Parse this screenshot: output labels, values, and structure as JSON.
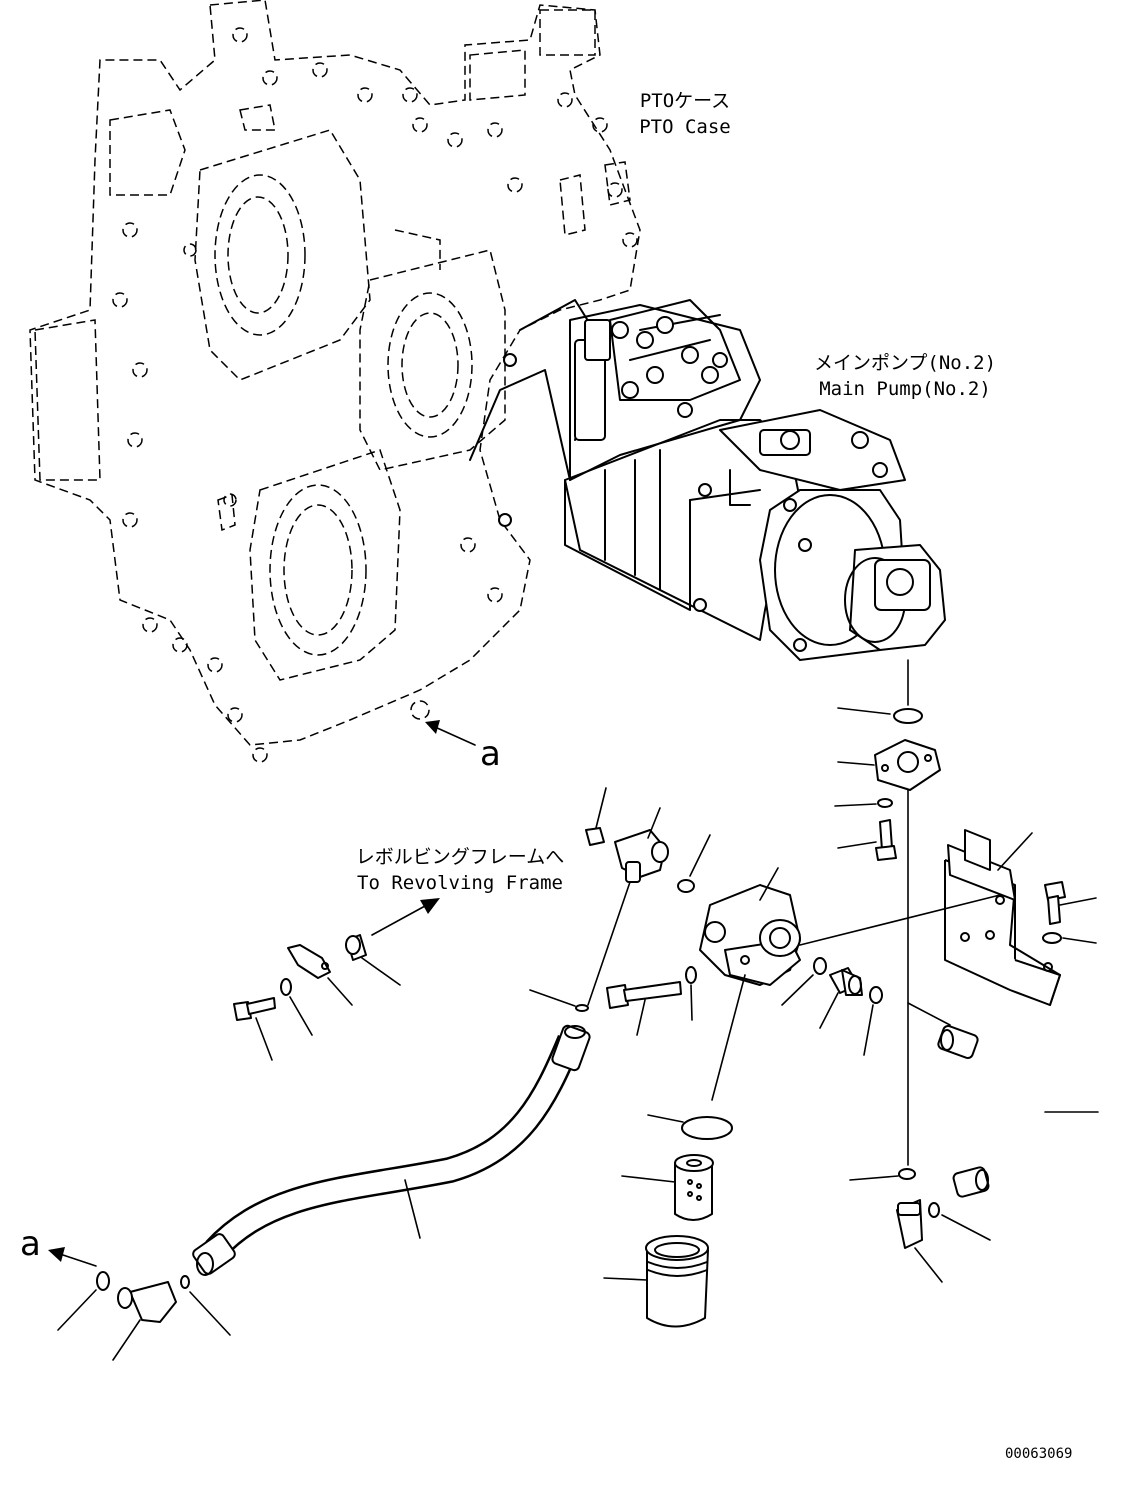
{
  "labels": {
    "pto_case_jp": "PTOケース",
    "pto_case_en": "PTO Case",
    "main_pump_jp": "メインポンプ(No.2)",
    "main_pump_en": "Main Pump(No.2)",
    "revolving_frame_jp": "レボルビングフレームへ",
    "revolving_frame_en": "To Revolving Frame",
    "ref_a_top": "a",
    "ref_a_bottom": "a",
    "drawing_number": "00063069"
  }
}
